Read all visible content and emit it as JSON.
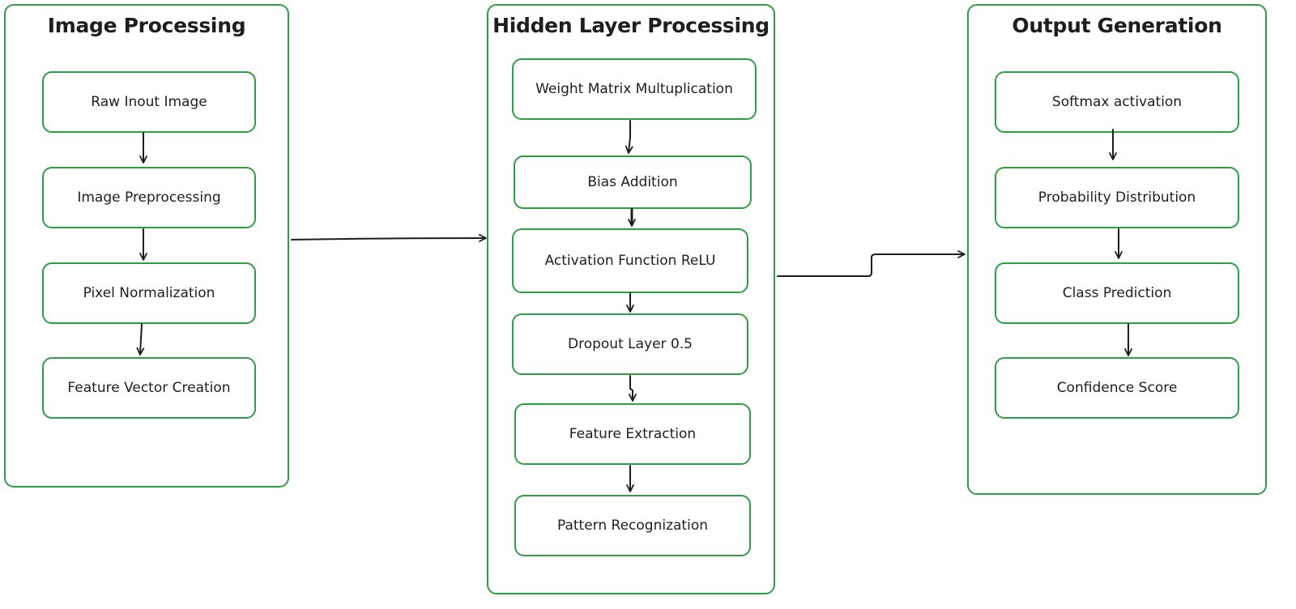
{
  "colors": {
    "stroke": "#2f9e44",
    "text": "#1e1e1e",
    "arrow": "#1e1e1e",
    "background": "#ffffff"
  },
  "groups": [
    {
      "title": "Image Processing",
      "nodes": [
        "Raw Inout Image",
        "Image Preprocessing",
        "Pixel Normalization",
        "Feature Vector Creation"
      ]
    },
    {
      "title": "Hidden Layer Processing",
      "nodes": [
        "Weight Matrix Multuplication",
        "Bias Addition",
        "Activation Function ReLU",
        "Dropout Layer 0.5",
        "Feature Extraction",
        "Pattern Recognization"
      ]
    },
    {
      "title": "Output Generation",
      "nodes": [
        "Softmax activation",
        "Probability Distribution",
        "Class Prediction",
        "Confidence Score"
      ]
    }
  ]
}
